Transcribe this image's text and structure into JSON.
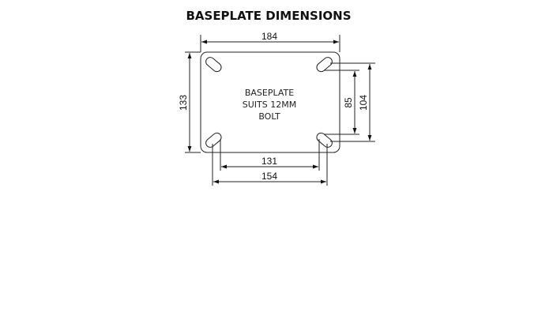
{
  "title": "BASEPLATE DIMENSIONS",
  "plate_label": [
    "BASEPLATE",
    "SUITS 12MM",
    "BOLT"
  ],
  "dimensions": {
    "overall_width": "184",
    "overall_height": "133",
    "hole_inner_vertical": "85",
    "hole_outer_vertical": "104",
    "hole_inner_horizontal": "131",
    "hole_outer_horizontal": "154"
  }
}
